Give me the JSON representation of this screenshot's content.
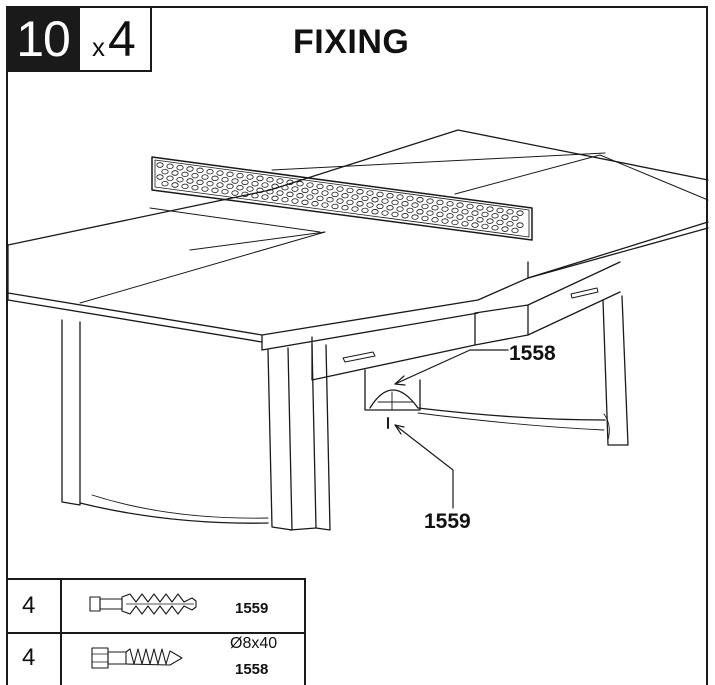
{
  "step": {
    "number": "10",
    "qty_prefix": "x",
    "qty_value": "4"
  },
  "title": "FIXING",
  "callouts": {
    "screw_code": "1558",
    "plug_code": "1559"
  },
  "parts": [
    {
      "qty": "4",
      "icon": "wall-plug-icon",
      "dimension": "",
      "code": "1559"
    },
    {
      "qty": "4",
      "icon": "lag-screw-icon",
      "dimension": "Ø8x40",
      "code": "1558"
    }
  ]
}
